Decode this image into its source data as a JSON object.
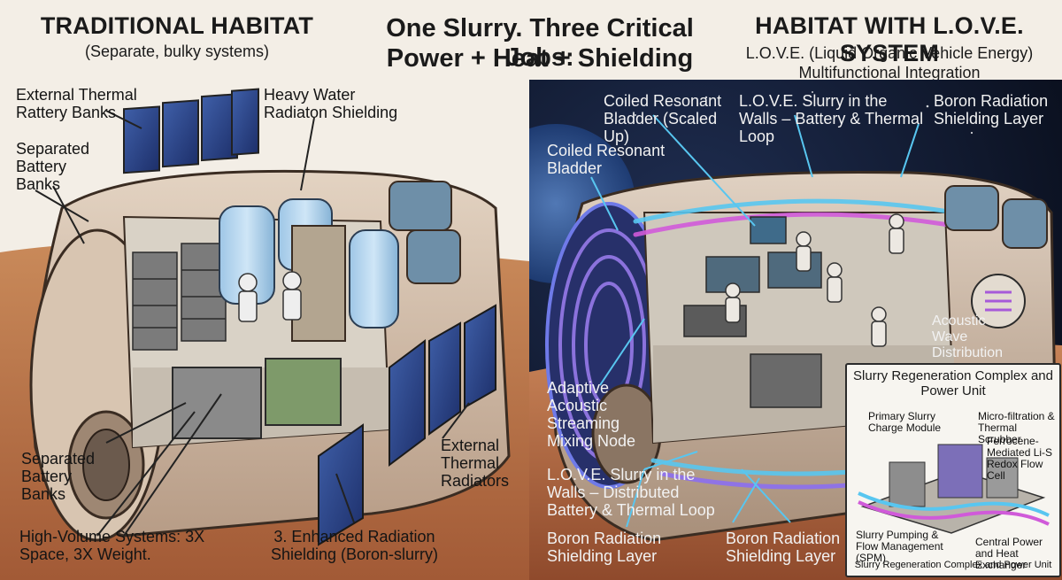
{
  "header": {
    "left_title": "TRADITIONAL HABITAT",
    "left_subtitle": "(Separate, bulky systems)",
    "center_title_1": "One Slurry. Three Critical Jobs:",
    "center_title_2": "Power + Heat + Shielding",
    "right_title": "HABITAT WITH L.O.V.E. SYSTEM",
    "right_subtitle_1": "L.O.V.E. (Liquid Organic Vehicle Energy)",
    "right_subtitle_2": "Multifunctional Integration"
  },
  "left_labels": {
    "thermal_banks": "External Thermal Rattery Banks",
    "heavy_water": "Heavy Water Radiaton Shielding",
    "separated_top": "Separated Battery Banks",
    "separated_bottom": "Separated Battery Banks",
    "radiators": "External Thermal Radiators",
    "high_volume": "High-Volume Systems: 3X Space, 3X Weight.",
    "enhanced": "3. Enhanced Radiation Shielding (Boron-slurry)"
  },
  "right_labels": {
    "bladder": "Coiled Resonant Bladder",
    "bladder_scaled": "Coiled Resonant Bladder (Scaled Up)",
    "slurry_walls_top": "L.O.V.E. Slurry in the Walls – Battery & Thermal Loop",
    "boron_top": "Boron Radiation Shielding Layer",
    "acoustic_wave": "Acoustic Wave Distribution",
    "adaptive": "Adaptive Acoustic Streaming Mixing Node",
    "slurry_walls_bottom": "L.O.V.E. Slurry in the Walls – Distributed Battery & Thermal Loop",
    "boron_bottom_left": "Boron Radiation Shielding Layer",
    "boron_bottom_mid": "Boron Radiation Shielding Layer"
  },
  "inset": {
    "title": "Slurry Regeneration Complex and Power Unit",
    "primary": "Primary Slurry Charge Module",
    "microfiltration": "Micro-filtration & Thermal Scrubber",
    "ferrocene": "Ferrocene-Mediated Li-S Redox Flow Cell",
    "pumping": "Slurry Pumping & Flow Management (SPM)",
    "central": "Central Power and Heat Exchanger",
    "footer": "Slurry Regeneration Complex and Power Unit"
  }
}
